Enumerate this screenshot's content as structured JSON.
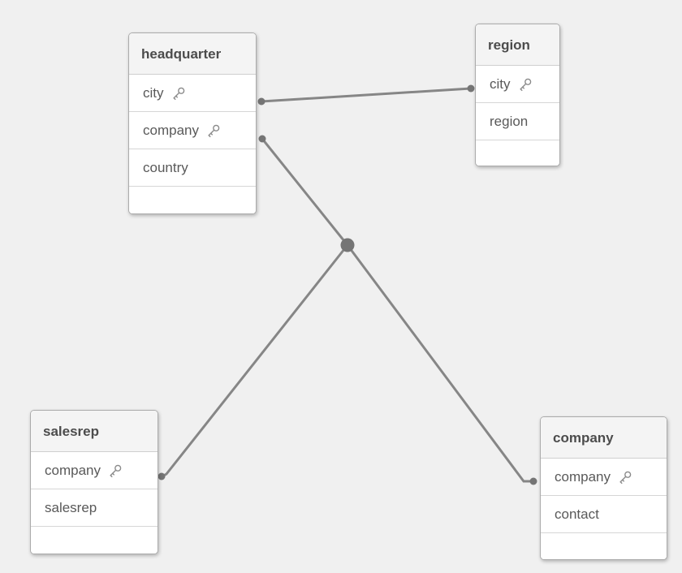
{
  "app": {
    "name": "data-model-viewer"
  },
  "colors": {
    "canvas_bg": "#f0f0f0",
    "table_bg": "#ffffff",
    "header_bg": "#f4f4f4",
    "table_border": "#ababab",
    "row_separator": "#d6d6d6",
    "header_text": "#4c4c4c",
    "row_text": "#595959",
    "connector_line": "#868686",
    "connector_dot": "#757575",
    "key_icon": "#8a8a8a"
  },
  "icons": {
    "key": "key-icon"
  },
  "tables": [
    {
      "id": "headquarter",
      "title": "headquarter",
      "fields": [
        {
          "label": "city",
          "key": true
        },
        {
          "label": "company",
          "key": true
        },
        {
          "label": "country",
          "key": false
        }
      ]
    },
    {
      "id": "region",
      "title": "region",
      "fields": [
        {
          "label": "city",
          "key": true
        },
        {
          "label": "region",
          "key": false
        }
      ]
    },
    {
      "id": "salesrep",
      "title": "salesrep",
      "fields": [
        {
          "label": "company",
          "key": true
        },
        {
          "label": "salesrep",
          "key": false
        }
      ]
    },
    {
      "id": "company",
      "title": "company",
      "fields": [
        {
          "label": "company",
          "key": true
        },
        {
          "label": "contact",
          "key": false
        }
      ]
    }
  ],
  "connections": [
    {
      "from": "headquarter.city",
      "to": "region.city"
    },
    {
      "from": "headquarter.company",
      "to": "salesrep.company"
    },
    {
      "from": "headquarter.company",
      "to": "company.company"
    }
  ]
}
